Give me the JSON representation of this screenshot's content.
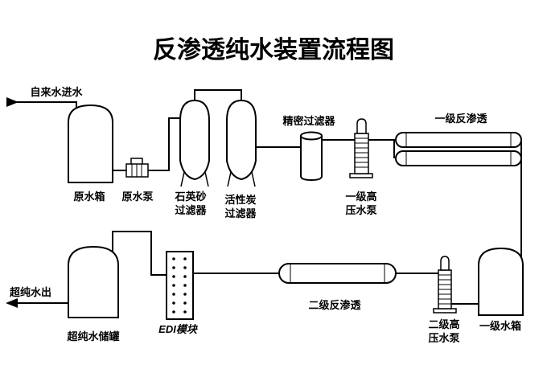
{
  "title": "反渗透纯水装置流程图",
  "flow": {
    "inlet_label": "自来水进水",
    "outlet_label": "超纯水出"
  },
  "components": {
    "raw_tank": "原水箱",
    "raw_pump": "原水泵",
    "quartz_filter": [
      "石英砂",
      "过滤器"
    ],
    "carbon_filter": [
      "活性炭",
      "过滤器"
    ],
    "precision_filter": "精密过滤器",
    "hp_pump_1": [
      "一级高",
      "压水泵"
    ],
    "ro_stage_1": "一级反渗透",
    "stage1_tank": "一级水箱",
    "hp_pump_2": [
      "二级高",
      "压水泵"
    ],
    "ro_stage_2": "二级反渗透",
    "edi_module": "EDI模块",
    "ultrapure_tank": "超纯水储罐"
  },
  "colors": {
    "line": "#000000",
    "background": "#ffffff",
    "text": "#000000"
  }
}
